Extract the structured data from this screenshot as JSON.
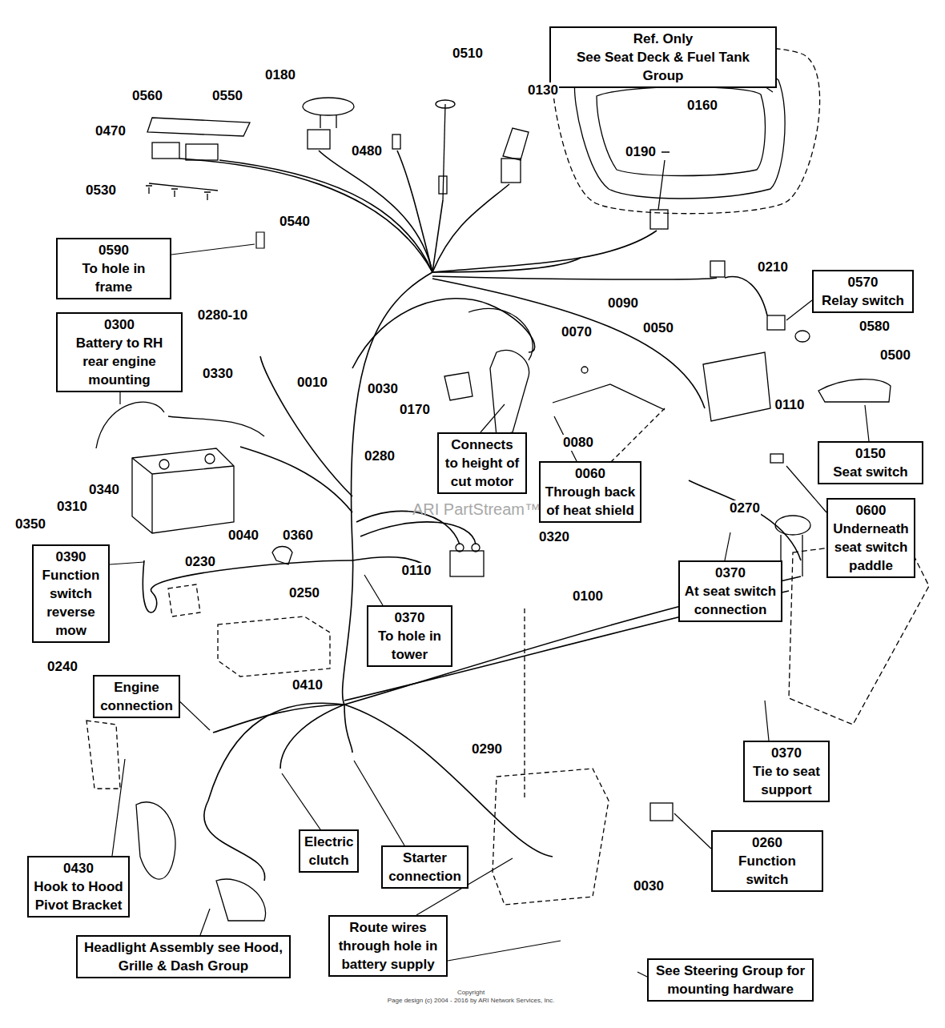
{
  "diagram": {
    "nodes": [
      {
        "text": [
          "Ref. Only",
          "See Seat Deck & Fuel Tank Group"
        ]
      },
      {
        "text": [
          "0590",
          "To hole in frame"
        ]
      },
      {
        "text": [
          "0570",
          "Relay switch"
        ]
      },
      {
        "text": [
          "0300",
          "Battery to RH rear engine mounting"
        ]
      },
      {
        "text": [
          "Connects to height of cut motor"
        ]
      },
      {
        "text": [
          "0150",
          "Seat switch"
        ]
      },
      {
        "text": [
          "0060",
          "Through back of heat shield"
        ]
      },
      {
        "text": [
          "0600",
          "Underneath seat switch paddle"
        ]
      },
      {
        "text": [
          "0390",
          "Function switch reverse mow"
        ]
      },
      {
        "text": [
          "0370",
          "To hole in tower"
        ]
      },
      {
        "text": [
          "0370",
          "At seat switch connection"
        ]
      },
      {
        "text": [
          "Engine connection"
        ]
      },
      {
        "text": [
          "0370",
          "Tie to seat support"
        ]
      },
      {
        "text": [
          "Electric clutch"
        ]
      },
      {
        "text": [
          "0430",
          "Hook to Hood Pivot Bracket"
        ]
      },
      {
        "text": [
          "Starter connection"
        ]
      },
      {
        "text": [
          "0260",
          "Function switch"
        ]
      },
      {
        "text": [
          "Headlight Assembly see Hood, Grille & Dash Group"
        ]
      },
      {
        "text": [
          "Route wires through hole in battery supply"
        ]
      },
      {
        "text": [
          "See Steering Group for mounting hardware"
        ]
      }
    ],
    "labels": [
      "0560",
      "0550",
      "0470",
      "0530",
      "0540",
      "0180",
      "0480",
      "0510",
      "0130",
      "0160",
      "0190",
      "0210",
      "0580",
      "0500",
      "0110",
      "0280-10",
      "0010",
      "0030",
      "0170",
      "0090",
      "0070",
      "0050",
      "0080",
      "0330",
      "0340",
      "0310",
      "0350",
      "0040",
      "0360",
      "0280",
      "0320",
      "0110",
      "0100",
      "0230",
      "0250",
      "0240",
      "0270",
      "0410",
      "0290",
      "0030",
      "ARI PartStream™",
      "Copyright",
      "Page design (c) 2004 - 2016 by ARI Network Services, Inc."
    ]
  }
}
